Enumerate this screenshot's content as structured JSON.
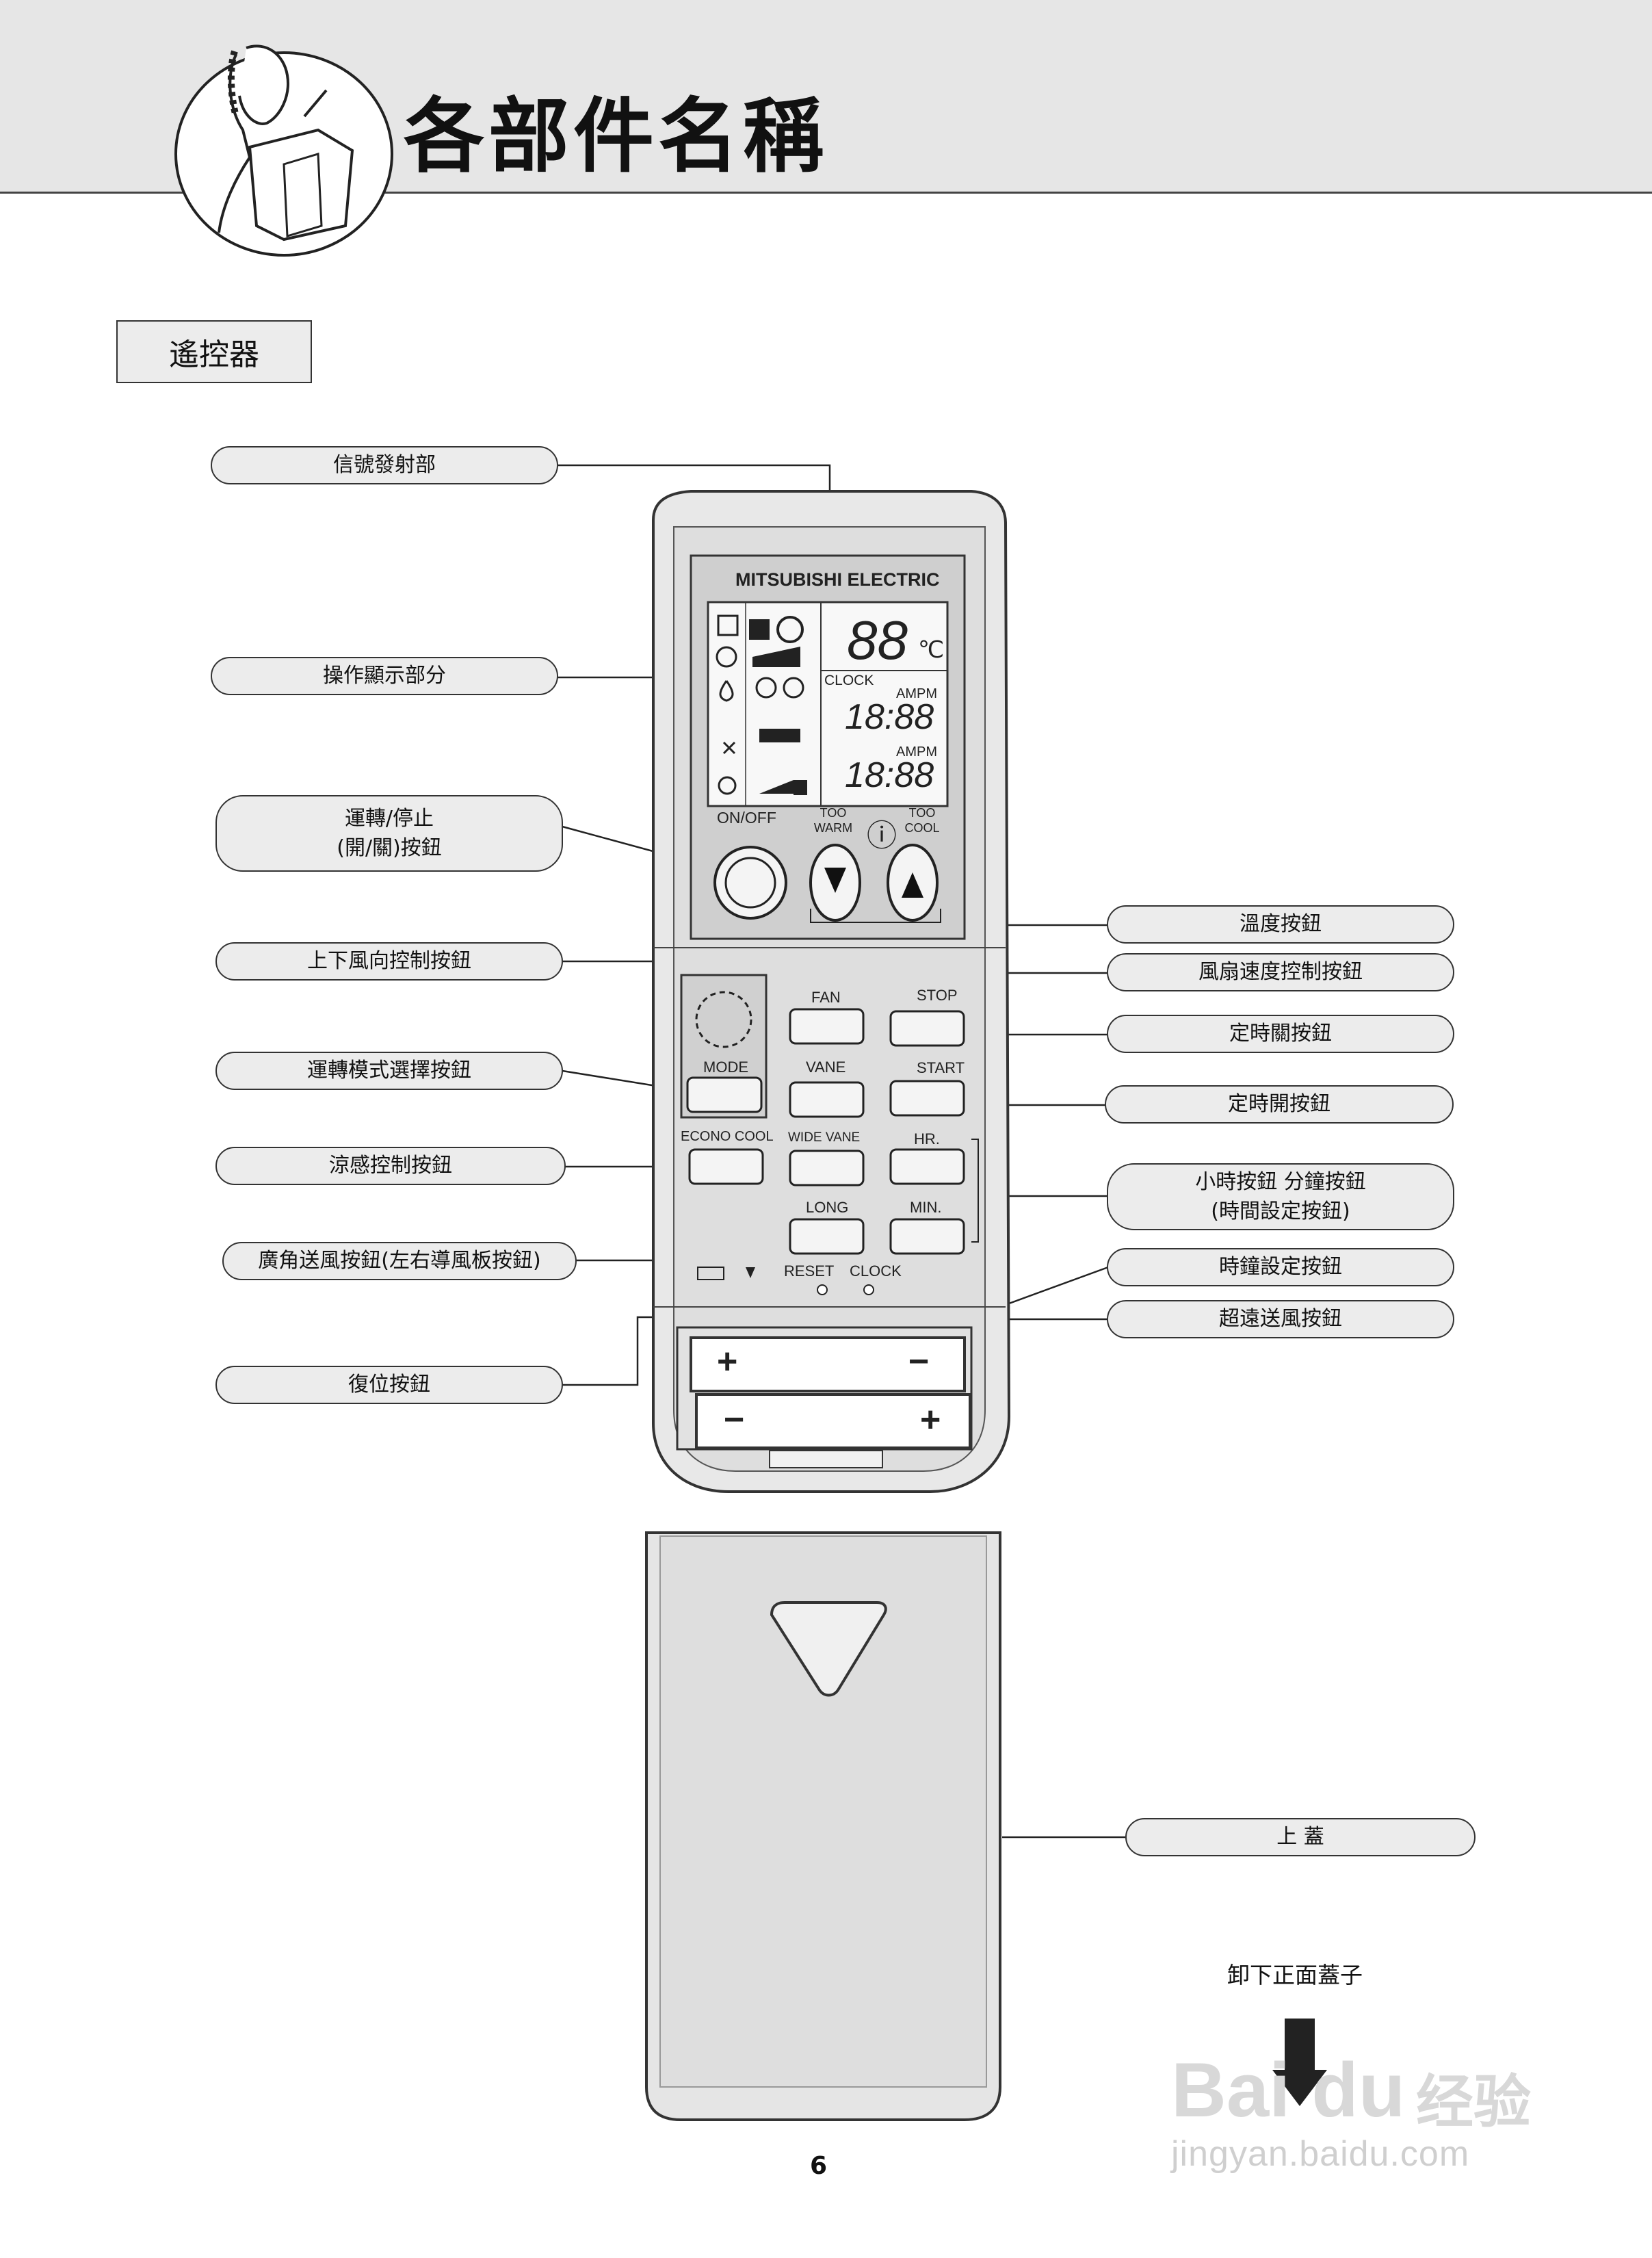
{
  "header": {
    "title": "各部件名稱"
  },
  "section": {
    "label": "遙控器"
  },
  "callouts": {
    "signal": "信號發射部",
    "display": "操作顯示部分",
    "onoff_line1": "運轉/停止",
    "onoff_line2": "(開/關)按鈕",
    "vane_updown": "上下風向控制按鈕",
    "mode_select": "運轉模式選擇按鈕",
    "econo_cool": "涼感控制按鈕",
    "wide_vane": "廣角送風按鈕(左右導風板按鈕)",
    "reset": "復位按鈕",
    "temperature": "溫度按鈕",
    "fan_speed": "風扇速度控制按鈕",
    "timer_off": "定時關按鈕",
    "timer_on": "定時開按鈕",
    "hour_min_line1": "小時按鈕  分鐘按鈕",
    "hour_min_line2": "(時間設定按鈕)",
    "clock_set": "時鐘設定按鈕",
    "long_airflow": "超遠送風按鈕",
    "cover": "上    蓋"
  },
  "remote": {
    "brand": "MITSUBISHI ELECTRIC",
    "lcd_temp": "88",
    "lcd_unit": "℃",
    "lcd_clock_label": "CLOCK",
    "lcd_ampm": "AMPM",
    "lcd_time": "18:88",
    "btn_onoff": "ON/OFF",
    "btn_too_warm": "TOO WARM",
    "btn_too_cool": "TOO COOL",
    "btn_fan": "FAN",
    "btn_vane": "VANE",
    "btn_wide_vane": "WIDE VANE",
    "btn_long": "LONG",
    "btn_mode": "MODE",
    "btn_econo_cool": "ECONO COOL",
    "btn_stop": "STOP",
    "btn_start": "START",
    "btn_hr": "HR.",
    "btn_min": "MIN.",
    "btn_reset": "RESET",
    "btn_clock": "CLOCK",
    "battery_plus": "+",
    "battery_minus": "−"
  },
  "instruction": "卸下正面蓋子",
  "page_number": "6",
  "watermark": {
    "brand": "Bai du",
    "cn": "经验",
    "url": "jingyan.baidu.com"
  }
}
